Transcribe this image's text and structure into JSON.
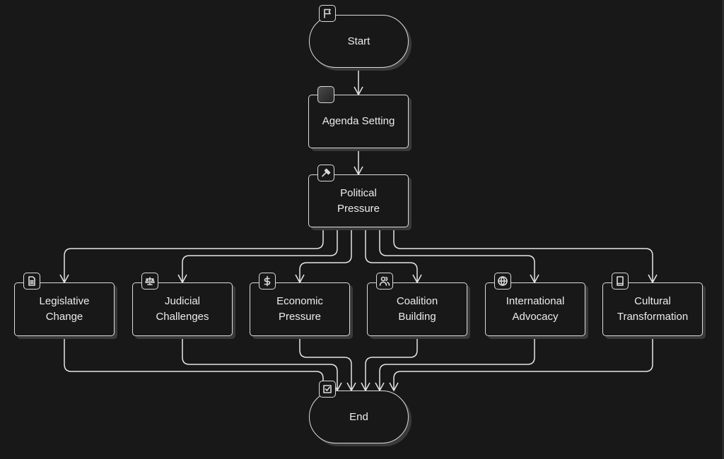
{
  "diagram": {
    "type": "flowchart",
    "theme": {
      "background": "#181818",
      "stroke": "#dcdcdc",
      "text": "#ececec",
      "shadow": "#3a3a3a"
    },
    "nodes": {
      "start": {
        "label": "Start",
        "icon": "flag-icon",
        "shape": "pill"
      },
      "agenda": {
        "label": "Agenda Setting",
        "icon": "blank-square-icon",
        "shape": "rect"
      },
      "political": {
        "label": "Political\nPressure",
        "icon": "gavel-icon",
        "shape": "rect"
      },
      "legislative": {
        "label": "Legislative\nChange",
        "icon": "document-icon",
        "shape": "rect"
      },
      "judicial": {
        "label": "Judicial\nChallenges",
        "icon": "scale-icon",
        "shape": "rect"
      },
      "economic": {
        "label": "Economic\nPressure",
        "icon": "dollar-icon",
        "shape": "rect"
      },
      "coalition": {
        "label": "Coalition\nBuilding",
        "icon": "users-icon",
        "shape": "rect"
      },
      "international": {
        "label": "International\nAdvocacy",
        "icon": "globe-icon",
        "shape": "rect"
      },
      "cultural": {
        "label": "Cultural\nTransformation",
        "icon": "book-icon",
        "shape": "rect"
      },
      "end": {
        "label": "End",
        "icon": "checkbox-icon",
        "shape": "pill"
      }
    },
    "edges": [
      [
        "start",
        "agenda"
      ],
      [
        "agenda",
        "political"
      ],
      [
        "political",
        "legislative"
      ],
      [
        "political",
        "judicial"
      ],
      [
        "political",
        "economic"
      ],
      [
        "political",
        "coalition"
      ],
      [
        "political",
        "international"
      ],
      [
        "political",
        "cultural"
      ],
      [
        "legislative",
        "end"
      ],
      [
        "judicial",
        "end"
      ],
      [
        "economic",
        "end"
      ],
      [
        "coalition",
        "end"
      ],
      [
        "international",
        "end"
      ],
      [
        "cultural",
        "end"
      ]
    ]
  }
}
